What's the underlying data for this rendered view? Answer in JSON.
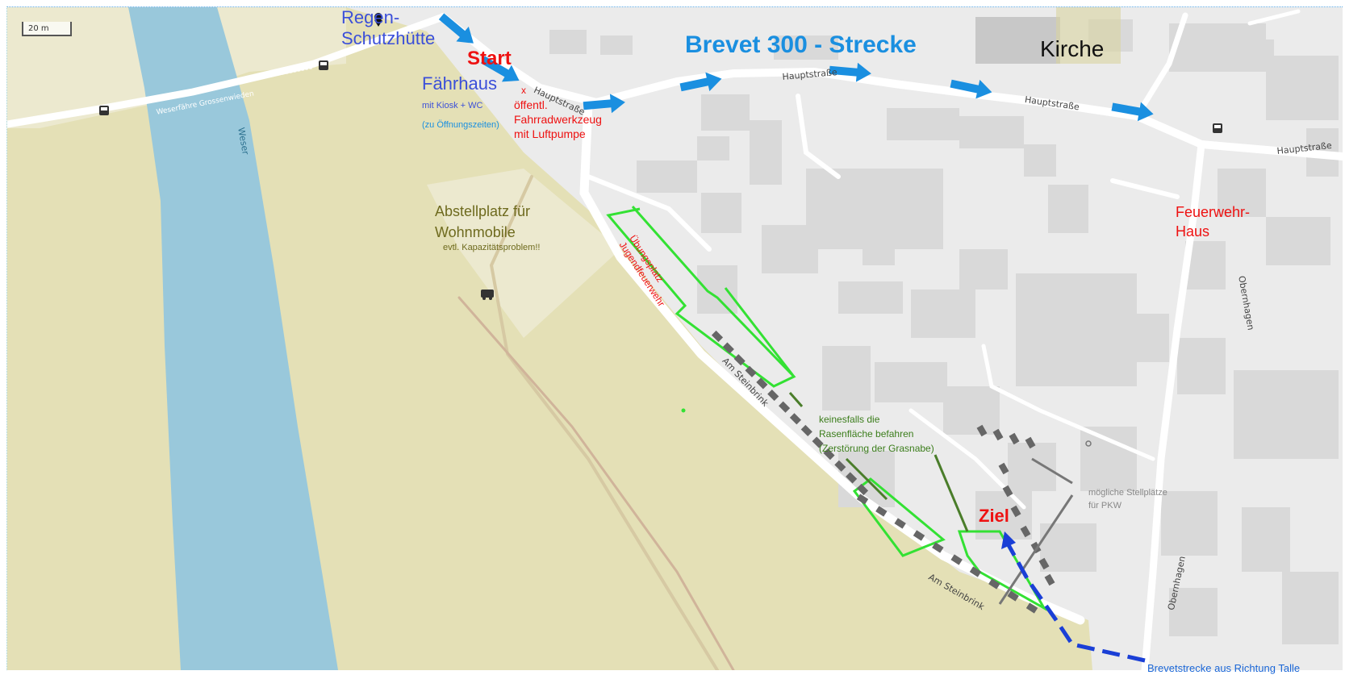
{
  "colors": {
    "land": "#ebebeb",
    "meadow": "#e4e0b6",
    "meadow_light": "#ece9cf",
    "river": "#99c8db",
    "building": "#d9d9d9",
    "road": "#ffffff",
    "route_arrow": "#1a8fe0",
    "route_dash": "#1a3fd6",
    "green_outline": "#33e133",
    "parking_marker": "#666666"
  },
  "scale": {
    "label": "20 m"
  },
  "title": "Brevet 300 - Strecke",
  "labels": {
    "regen_schutzhuette": [
      "Regen-",
      "Schutzhütte"
    ],
    "start": "Start",
    "faehrhaus": "Fährhaus",
    "faehrhaus_sub1": "mit Kiosk + WC",
    "faehrhaus_sub2": "(zu Öffnungszeiten)",
    "tool_mark": "x",
    "tool_text": [
      "öffentl.",
      "Fahrradwerkzeug",
      "mit Luftpumpe"
    ],
    "kirche": "Kirche",
    "feuerwehr": [
      "Feuerwehr-",
      "Haus"
    ],
    "abstellplatz": [
      "Abstellplatz für",
      "Wohnmobile"
    ],
    "abstellplatz_sub": "evtl. Kapazitätsproblem!!",
    "uebungsplatz": [
      "Übungsplatz",
      "Jugendfeuerwehr"
    ],
    "rasen_warning": [
      "keinesfalls die",
      "Rasenfläche befahren",
      "(Zerstörung der Grasnabe)"
    ],
    "stellplaetze": [
      "mögliche Stellplätze",
      "für PKW"
    ],
    "ziel": "Ziel"
  },
  "streets": {
    "hauptstrasse": "Hauptstraße",
    "am_steinbrink": "Am Steinbrink",
    "obernhagen": "Obernhagen",
    "weser": "Weser",
    "faehre": "Weserfähre Grossenwieden"
  },
  "footer_link": "Brevetstrecke aus Richtung Talle"
}
